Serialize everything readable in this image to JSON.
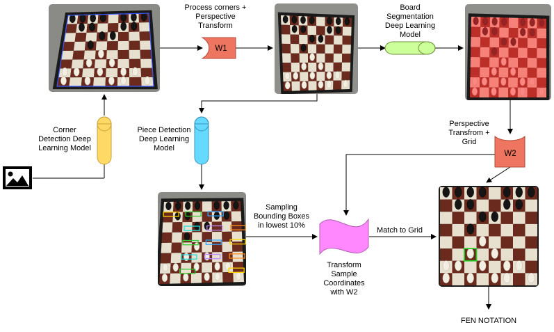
{
  "labels": {
    "process_corners": [
      "Process corners +",
      "Perspective",
      "Transform"
    ],
    "w1": "W1",
    "board_seg": [
      "Board",
      "Segmentation",
      "Deep Learning",
      "Model"
    ],
    "corner_model": [
      "Corner",
      "Detection Deep",
      "Learning Model"
    ],
    "piece_model": [
      "Piece Detection",
      "Deep Learning",
      "Model"
    ],
    "perspective_transform": [
      "Perspective",
      "Transfrom +",
      "Grid"
    ],
    "w2": "W2",
    "sampling": [
      "Sampling",
      "Bounding Boxes",
      "in lowest 10%"
    ],
    "transform_sample": [
      "Transform",
      "Sample",
      "Coordinates",
      "with W2"
    ],
    "match_grid": "Match to Grid",
    "fen": "FEN NOTATION"
  },
  "colors": {
    "w1_fill": "#EE7560",
    "w2_fill": "#EE7560",
    "board_seg_fill": "#CCFF99",
    "corner_fill": "#FFD966",
    "piece_fill": "#66D9FF",
    "transform_fill": "#FF88FF",
    "seg_overlay": "#FF3333",
    "board_dark": "#6B2A1E",
    "board_light": "#E8E0CF"
  },
  "icons": {
    "input": "image-icon"
  }
}
